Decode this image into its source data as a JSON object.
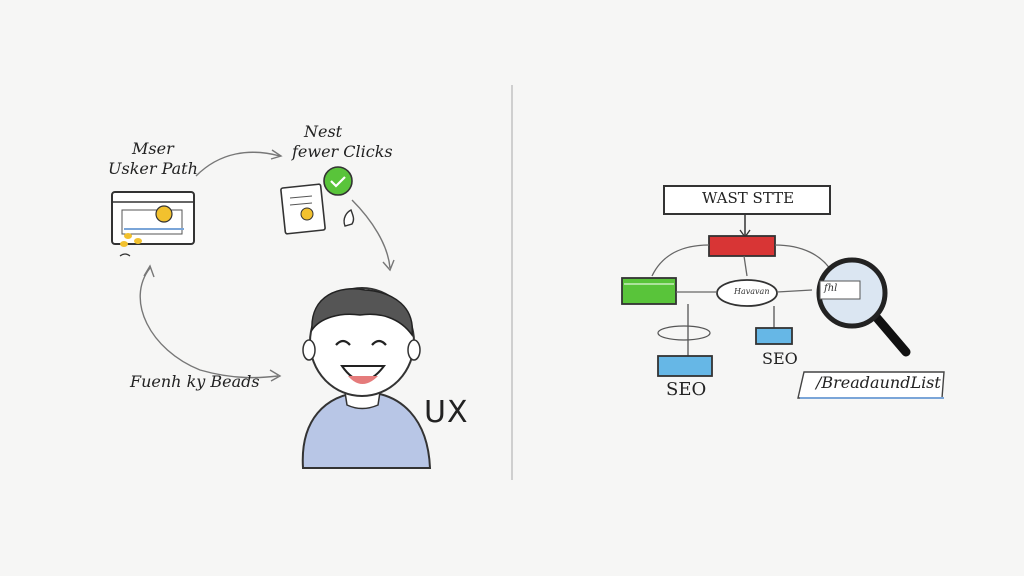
{
  "left": {
    "user_path_line1": "Mser",
    "user_path_line2": "Usker Path",
    "fewer_clicks_line1": "Nest",
    "fewer_clicks_line2": "fewer Clicks",
    "friendly_label": "Fuenh ky Beads",
    "ux_label": "UX"
  },
  "right": {
    "site_box": "WAST STTE",
    "center_node": "Havavan",
    "left_node": "",
    "magnifier_text": "fhl",
    "seo_label_1": "SEO",
    "seo_label_2": "SEO",
    "breadcrumb_box": "/BreadaundList"
  },
  "colors": {
    "ink": "#222222",
    "green": "#59c43a",
    "red": "#d83535",
    "blue": "#66b7e6",
    "yellow": "#f2c12e",
    "shirt": "#b8c6e6"
  }
}
